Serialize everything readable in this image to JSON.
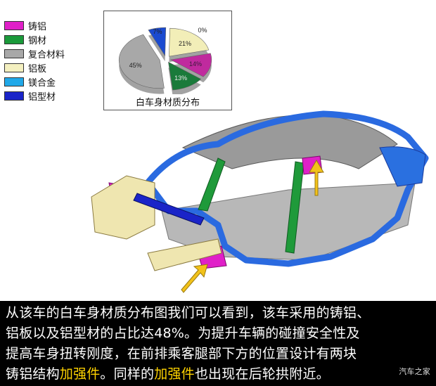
{
  "legend": {
    "items": [
      {
        "label": "铸铝",
        "color": "#e020c8"
      },
      {
        "label": "钢材",
        "color": "#1a9a3a"
      },
      {
        "label": "复合材料",
        "color": "#a8a8a8"
      },
      {
        "label": "铝板",
        "color": "#f4f0c0"
      },
      {
        "label": "镁合金",
        "color": "#21a8e8"
      },
      {
        "label": "铝型材",
        "color": "#1a24c8"
      }
    ]
  },
  "chart_data": {
    "type": "pie",
    "title": "白车身材质分布",
    "labels": [
      "铸铝",
      "钢材",
      "复合材料",
      "铝板",
      "镁合金",
      "铝型材"
    ],
    "values": [
      14,
      13,
      45,
      21,
      0,
      7
    ],
    "value_labels": [
      "14%",
      "13%",
      "45%",
      "21%",
      "0%",
      "7%"
    ],
    "colors": [
      "#c02a9e",
      "#1a7a3a",
      "#a8a8a8",
      "#f2eeb8",
      "#3bb0e8",
      "#1a4ad0"
    ]
  },
  "caption": {
    "line1": "从该车的白车身材质分布图我们可以看到，该车采用的铸铝、",
    "line2": "铝板以及铝型材的占比达48%。为提升车辆的碰撞安全性及",
    "line3": "提高车身扭转刚度，在前排乘客腿部下方的位置设计有两块",
    "line4_a": "铸铝结构",
    "line4_hl1": "加强件",
    "line4_b": "。同样的",
    "line4_hl2": "加强件",
    "line4_c": "也出现在后轮拱附近。"
  },
  "watermark": "汽车之家"
}
